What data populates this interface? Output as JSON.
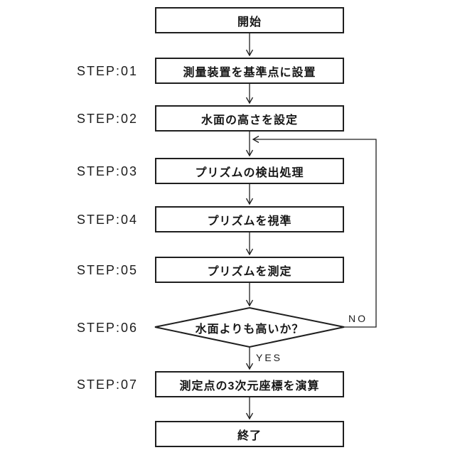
{
  "figure": {
    "type": "flowchart",
    "language": "ja"
  },
  "nodes": {
    "start": {
      "label": "開始",
      "shape": "rect"
    },
    "step1": {
      "id": "STEP:01",
      "label": "測量装置を基準点に設置",
      "shape": "rect"
    },
    "step2": {
      "id": "STEP:02",
      "label": "水面の高さを設定",
      "shape": "rect"
    },
    "step3": {
      "id": "STEP:03",
      "label": "プリズムの検出処理",
      "shape": "rect"
    },
    "step4": {
      "id": "STEP:04",
      "label": "プリズムを視準",
      "shape": "rect"
    },
    "step5": {
      "id": "STEP:05",
      "label": "プリズムを測定",
      "shape": "rect"
    },
    "step6": {
      "id": "STEP:06",
      "label": "水面よりも高いか？",
      "shape": "decision"
    },
    "step7": {
      "id": "STEP:07",
      "label": "測定点の3次元座標を演算",
      "shape": "rect"
    },
    "end": {
      "label": "終了",
      "shape": "rect"
    }
  },
  "edges": {
    "yes_label": "YES",
    "no_label": "NO",
    "no_loop_target": "STEP:03"
  },
  "colors": {
    "background": "#ffffff",
    "line": "#1f1f1f",
    "text": "#161616"
  }
}
